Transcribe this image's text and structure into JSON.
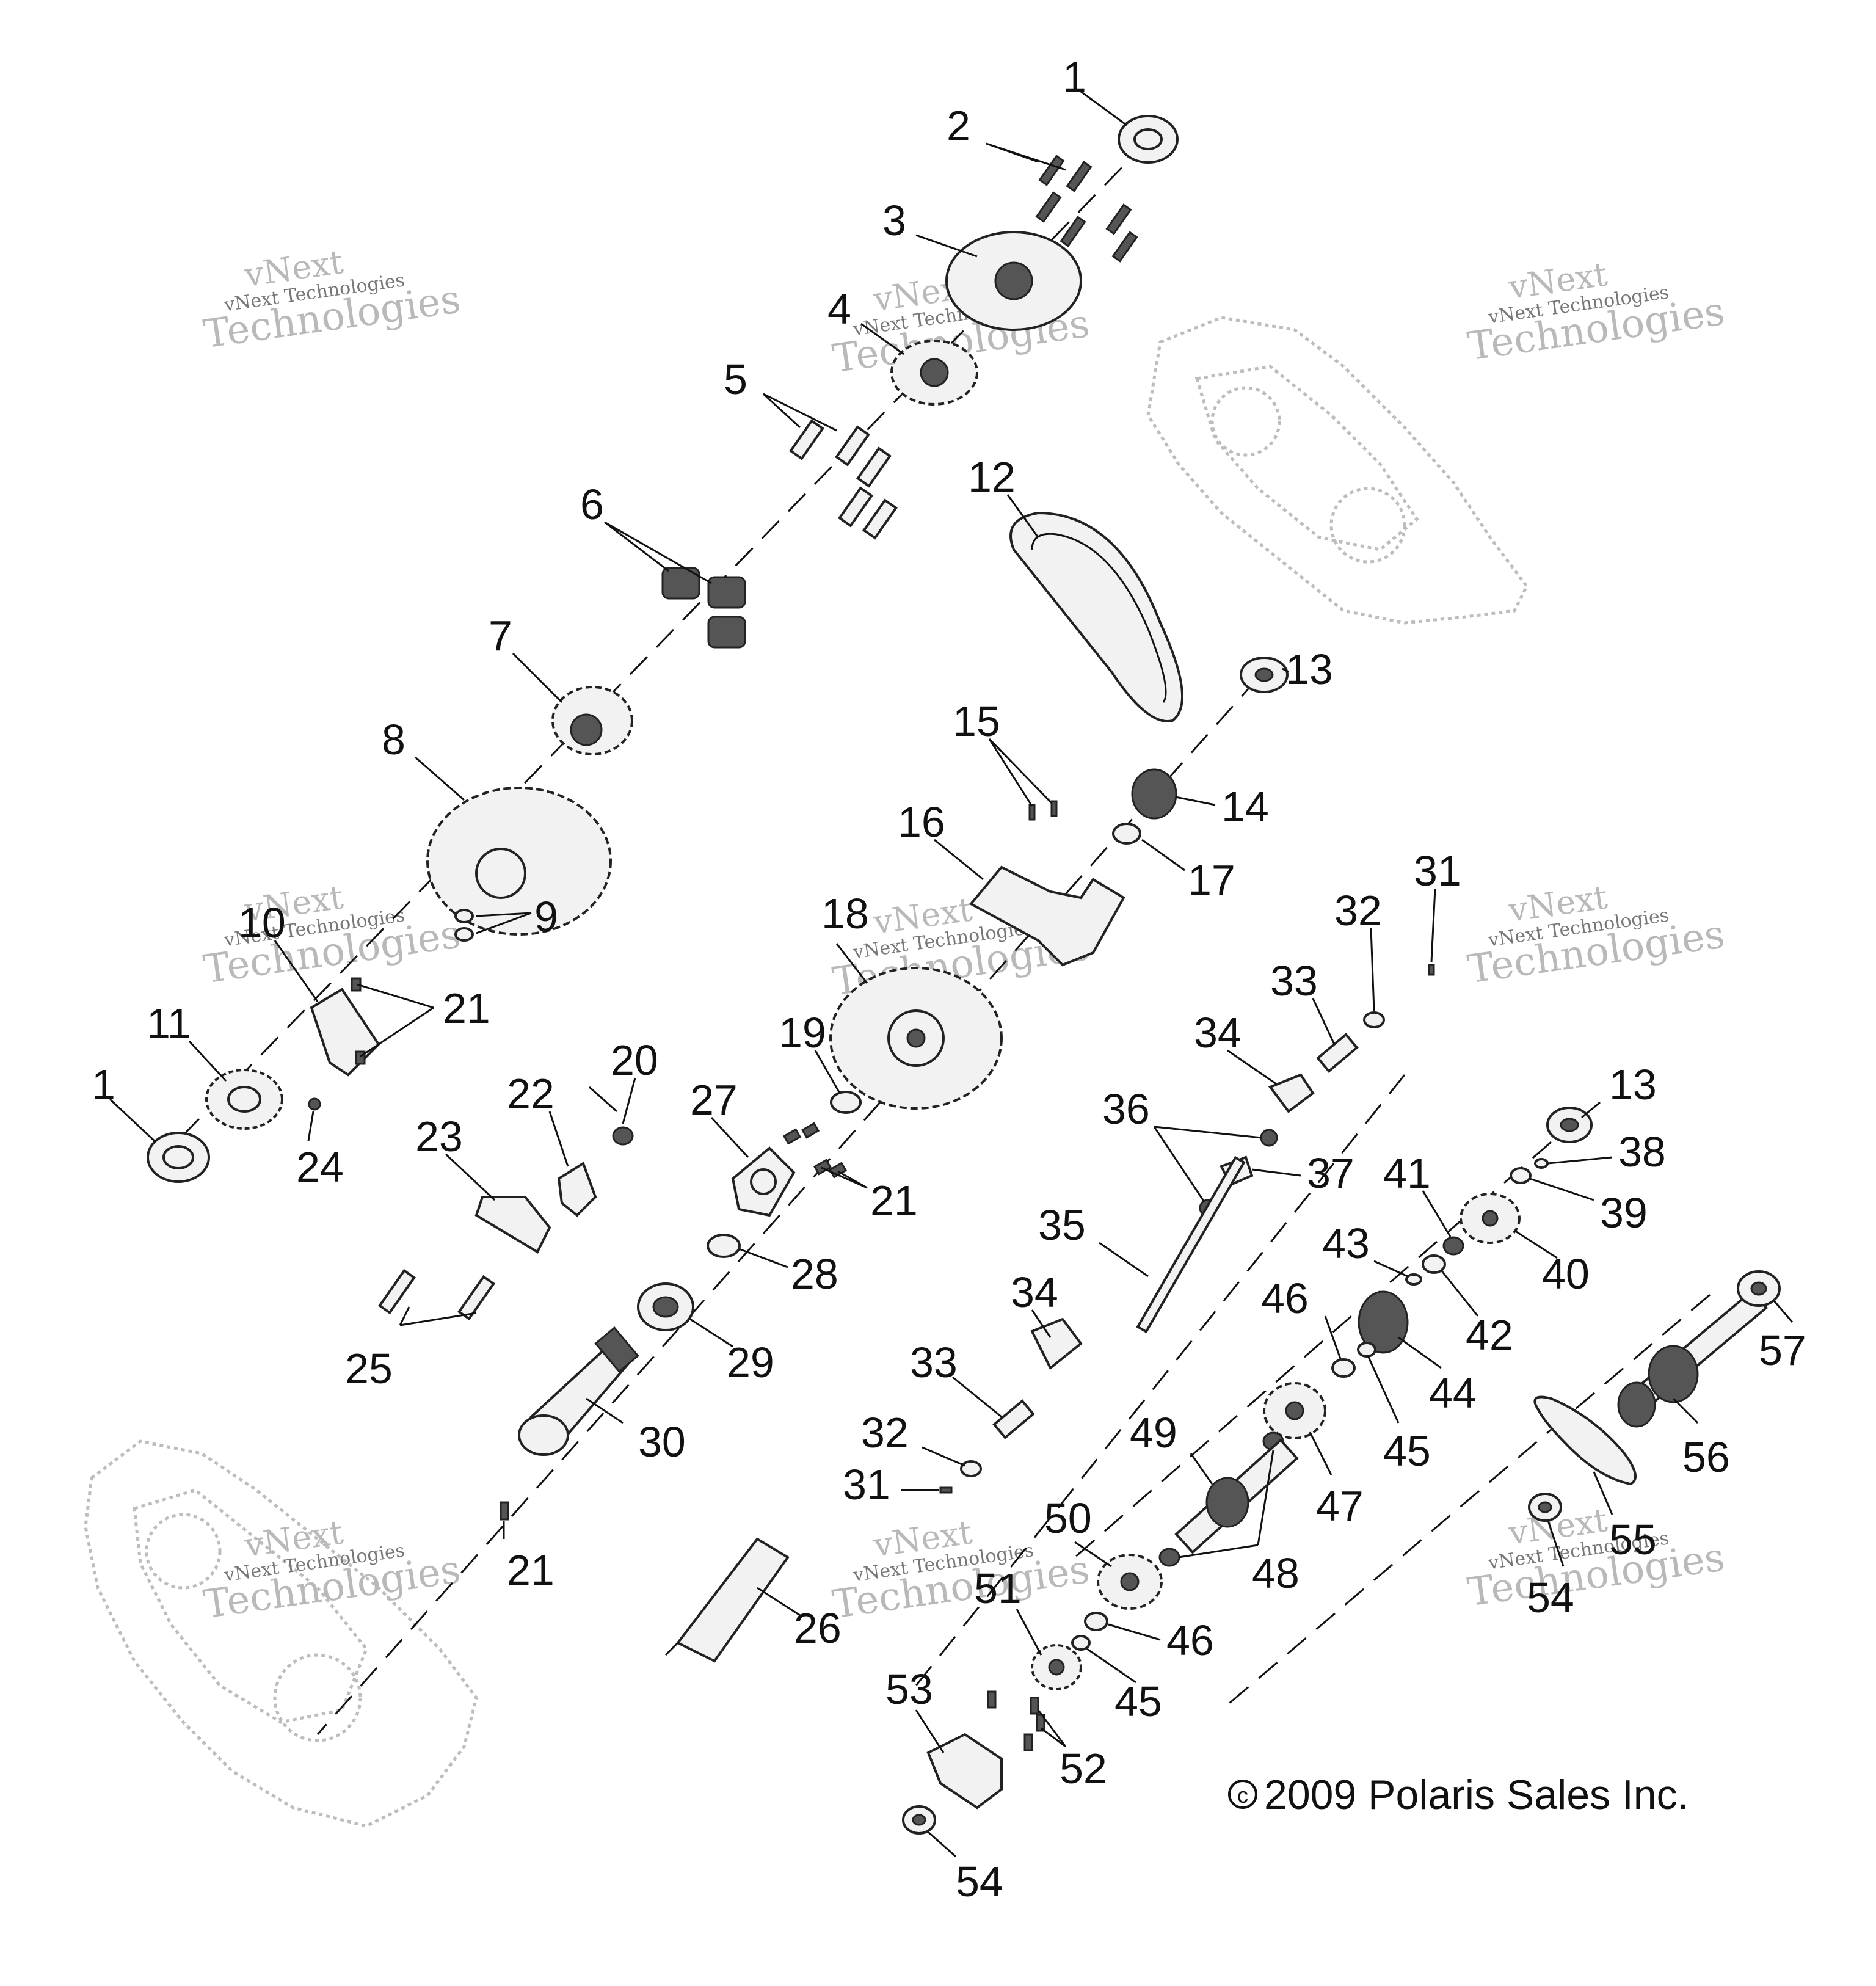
{
  "callouts": [
    {
      "id": "c1a",
      "label": "1"
    },
    {
      "id": "c2",
      "label": "2"
    },
    {
      "id": "c3",
      "label": "3"
    },
    {
      "id": "c4",
      "label": "4"
    },
    {
      "id": "c5",
      "label": "5"
    },
    {
      "id": "c6",
      "label": "6"
    },
    {
      "id": "c7",
      "label": "7"
    },
    {
      "id": "c8",
      "label": "8"
    },
    {
      "id": "c9",
      "label": "9"
    },
    {
      "id": "c10",
      "label": "10"
    },
    {
      "id": "c11",
      "label": "11"
    },
    {
      "id": "c1b",
      "label": "1"
    },
    {
      "id": "c12",
      "label": "12"
    },
    {
      "id": "c13a",
      "label": "13"
    },
    {
      "id": "c14",
      "label": "14"
    },
    {
      "id": "c15",
      "label": "15"
    },
    {
      "id": "c16",
      "label": "16"
    },
    {
      "id": "c17",
      "label": "17"
    },
    {
      "id": "c18",
      "label": "18"
    },
    {
      "id": "c19",
      "label": "19"
    },
    {
      "id": "c20",
      "label": "20"
    },
    {
      "id": "c21a",
      "label": "21"
    },
    {
      "id": "c22",
      "label": "22"
    },
    {
      "id": "c23",
      "label": "23"
    },
    {
      "id": "c24",
      "label": "24"
    },
    {
      "id": "c25",
      "label": "25"
    },
    {
      "id": "c26",
      "label": "26"
    },
    {
      "id": "c27",
      "label": "27"
    },
    {
      "id": "c21b",
      "label": "21"
    },
    {
      "id": "c28",
      "label": "28"
    },
    {
      "id": "c29",
      "label": "29"
    },
    {
      "id": "c30",
      "label": "30"
    },
    {
      "id": "c21c",
      "label": "21"
    },
    {
      "id": "c31a",
      "label": "31"
    },
    {
      "id": "c32a",
      "label": "32"
    },
    {
      "id": "c33a",
      "label": "33"
    },
    {
      "id": "c34a",
      "label": "34"
    },
    {
      "id": "c36",
      "label": "36"
    },
    {
      "id": "c37",
      "label": "37"
    },
    {
      "id": "c35",
      "label": "35"
    },
    {
      "id": "c34b",
      "label": "34"
    },
    {
      "id": "c33b",
      "label": "33"
    },
    {
      "id": "c32b",
      "label": "32"
    },
    {
      "id": "c31b",
      "label": "31"
    },
    {
      "id": "c13b",
      "label": "13"
    },
    {
      "id": "c38",
      "label": "38"
    },
    {
      "id": "c39",
      "label": "39"
    },
    {
      "id": "c40",
      "label": "40"
    },
    {
      "id": "c41",
      "label": "41"
    },
    {
      "id": "c42",
      "label": "42"
    },
    {
      "id": "c43",
      "label": "43"
    },
    {
      "id": "c44",
      "label": "44"
    },
    {
      "id": "c45a",
      "label": "45"
    },
    {
      "id": "c46a",
      "label": "46"
    },
    {
      "id": "c47",
      "label": "47"
    },
    {
      "id": "c48",
      "label": "48"
    },
    {
      "id": "c49",
      "label": "49"
    },
    {
      "id": "c50",
      "label": "50"
    },
    {
      "id": "c51",
      "label": "51"
    },
    {
      "id": "c46b",
      "label": "46"
    },
    {
      "id": "c45b",
      "label": "45"
    },
    {
      "id": "c52",
      "label": "52"
    },
    {
      "id": "c53",
      "label": "53"
    },
    {
      "id": "c54a",
      "label": "54"
    },
    {
      "id": "c55",
      "label": "55"
    },
    {
      "id": "c54b",
      "label": "54"
    },
    {
      "id": "c56",
      "label": "56"
    },
    {
      "id": "c57",
      "label": "57"
    }
  ],
  "watermark": {
    "line1": "vNext",
    "line2": "Technologies",
    "small": "vNext Technologies"
  },
  "copyright": "2009 Polaris Sales Inc."
}
